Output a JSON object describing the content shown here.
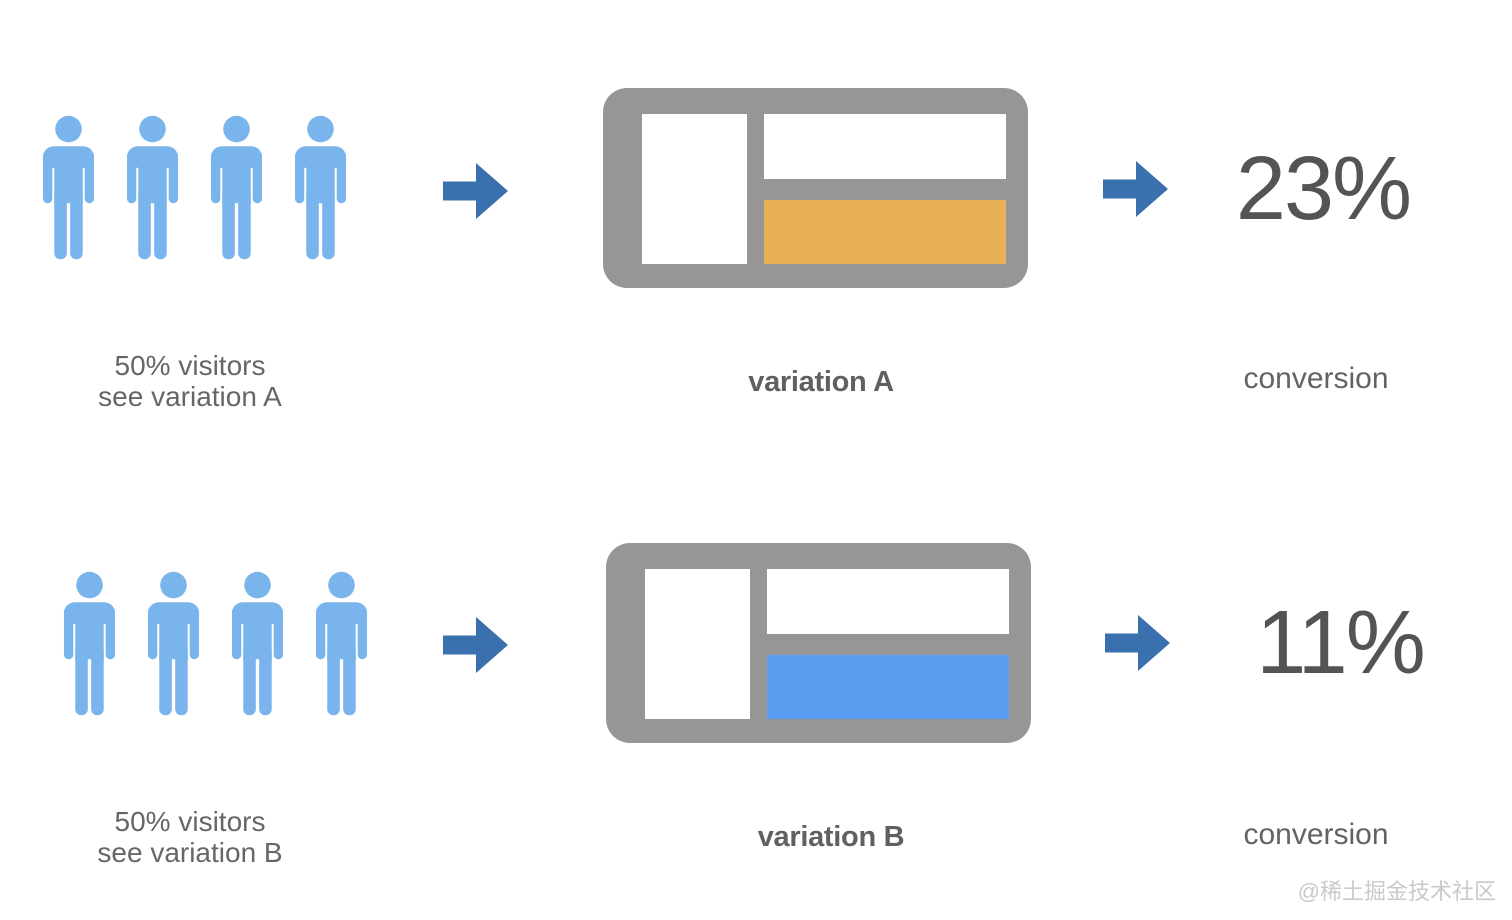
{
  "colors": {
    "person_blue": "#79B5EC",
    "arrow_blue": "#3B70AF",
    "frame_gray": "#969696",
    "panel_white": "#FFFFFF",
    "variation_a_bar": "#E9B155",
    "variation_b_bar": "#599CF0",
    "caption_gray": "#666666",
    "number_gray": "#545456",
    "watermark_gray": "#C9C9C9"
  },
  "rows": [
    {
      "audience_line1": "50% visitors",
      "audience_line2": "see variation A",
      "variation_label": "variation A",
      "conversion_value": "23%",
      "conversion_label": "conversion",
      "bar_color": "#E9B155"
    },
    {
      "audience_line1": "50% visitors",
      "audience_line2": "see variation B",
      "variation_label": "variation B",
      "conversion_value": "11%",
      "conversion_label": "conversion",
      "bar_color": "#599CF0"
    }
  ],
  "watermark": "@稀土掘金技术社区"
}
